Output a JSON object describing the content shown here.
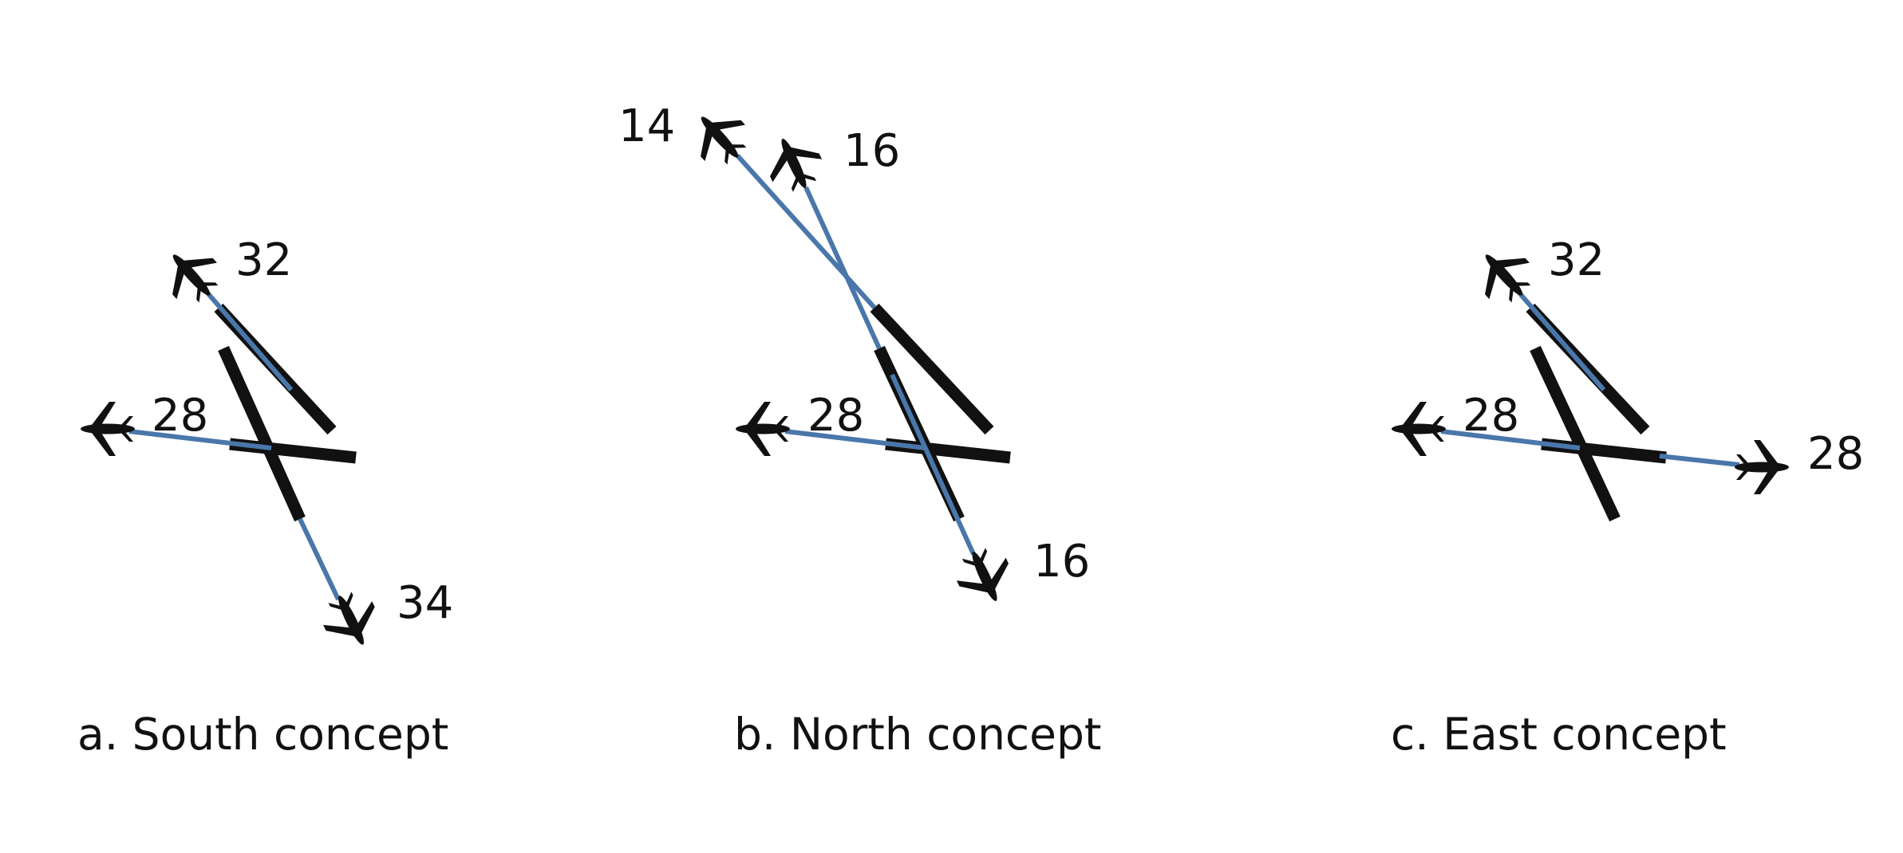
{
  "colors": {
    "runway": "#111111",
    "route": "#4a77aa",
    "text": "#111111",
    "background": "#ffffff"
  },
  "icon": "airplane-icon",
  "panels": [
    {
      "caption": "a. South concept",
      "routes": [
        {
          "label": "32"
        },
        {
          "label": "28"
        },
        {
          "label": "34"
        }
      ]
    },
    {
      "caption": "b. North concept",
      "routes": [
        {
          "label": "14"
        },
        {
          "label": "16"
        },
        {
          "label": "28"
        },
        {
          "label": "16"
        }
      ]
    },
    {
      "caption": "c. East concept",
      "routes": [
        {
          "label": "32"
        },
        {
          "label": "28"
        },
        {
          "label": "28"
        }
      ]
    }
  ]
}
